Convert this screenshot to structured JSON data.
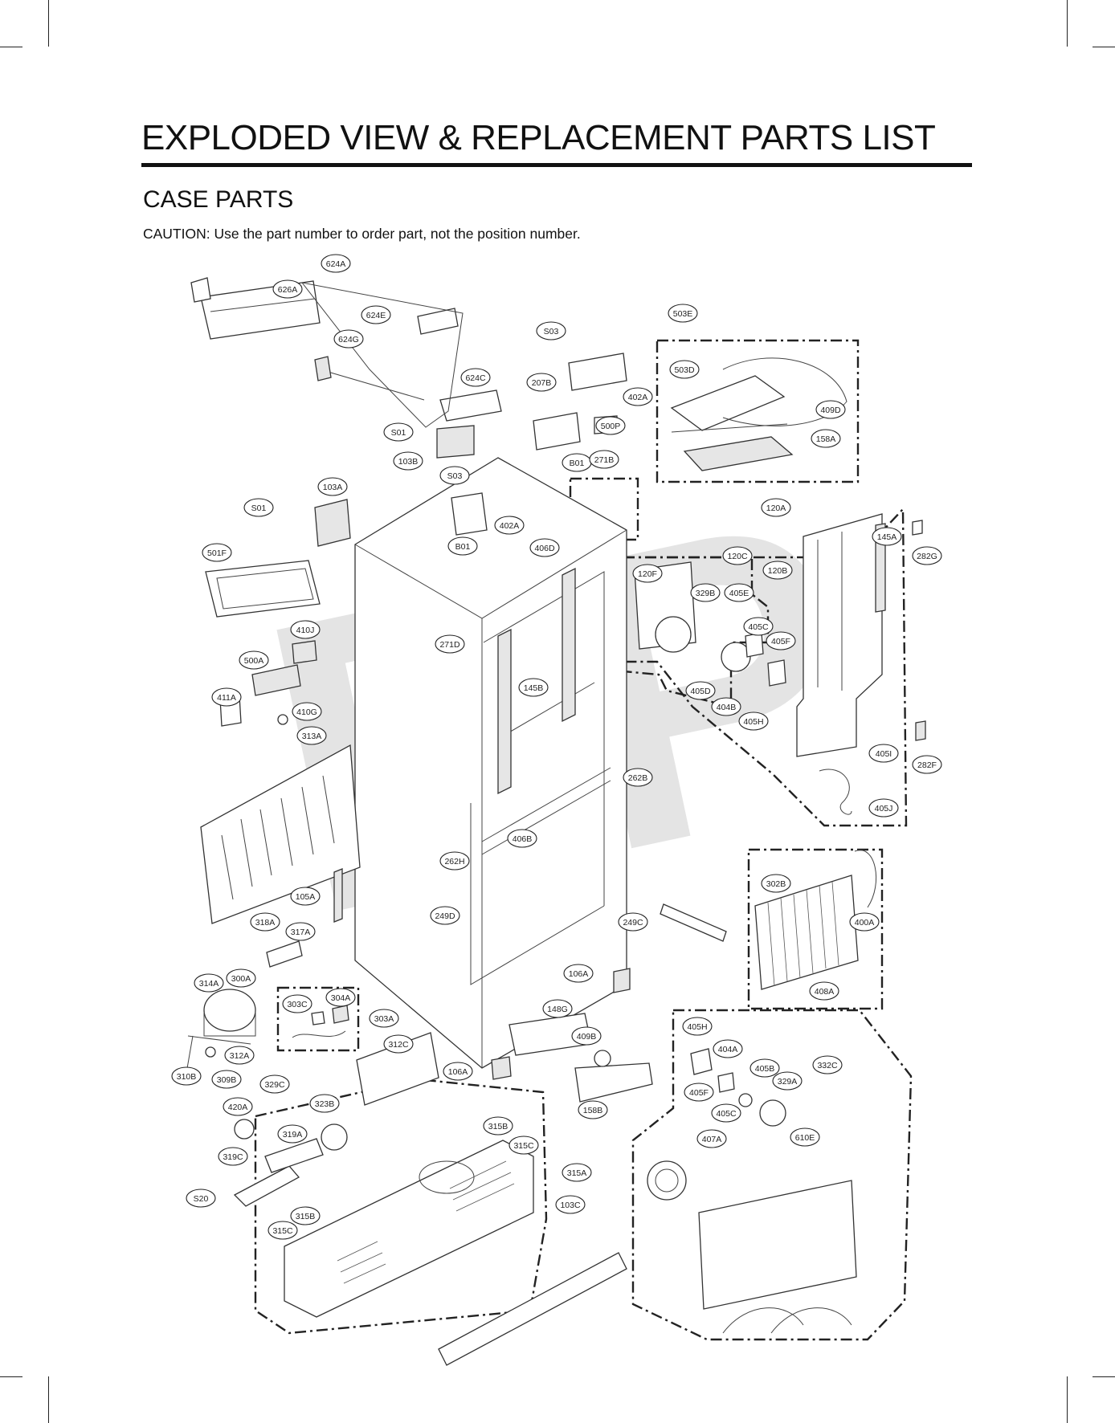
{
  "page": {
    "title": "EXPLODED VIEW & REPLACEMENT PARTS LIST",
    "subtitle": "CASE PARTS",
    "caution": "CAUTION: Use the part number to order part, not the position number.",
    "watermark": "RP"
  },
  "labels": [
    "624A",
    "626A",
    "624E",
    "624G",
    "624C",
    "S01",
    "103B",
    "S03",
    "S03",
    "207B",
    "402A",
    "500P",
    "503E",
    "503D",
    "409D",
    "158A",
    "B01",
    "271B",
    "103A",
    "S01",
    "501F",
    "402A",
    "B01",
    "406D",
    "271D",
    "120A",
    "145A",
    "282G",
    "120F",
    "120C",
    "329B",
    "405E",
    "120B",
    "405C",
    "405F",
    "405D",
    "404B",
    "405H",
    "405I",
    "282F",
    "405J",
    "410J",
    "500A",
    "411A",
    "410G",
    "313A",
    "145B",
    "262B",
    "406B",
    "262H",
    "249D",
    "249C",
    "105A",
    "302B",
    "400A",
    "408A",
    "318A",
    "317A",
    "314A",
    "300A",
    "303C",
    "304A",
    "303A",
    "106A",
    "148G",
    "312C",
    "312A",
    "310B",
    "106A",
    "409B",
    "158B",
    "309B",
    "329C",
    "420A",
    "323B",
    "405H",
    "404A",
    "405B",
    "329A",
    "332C",
    "319A",
    "319C",
    "315B",
    "315C",
    "315A",
    "610E",
    "405F",
    "405C",
    "407A",
    "S20",
    "315B",
    "315C",
    "103C"
  ]
}
